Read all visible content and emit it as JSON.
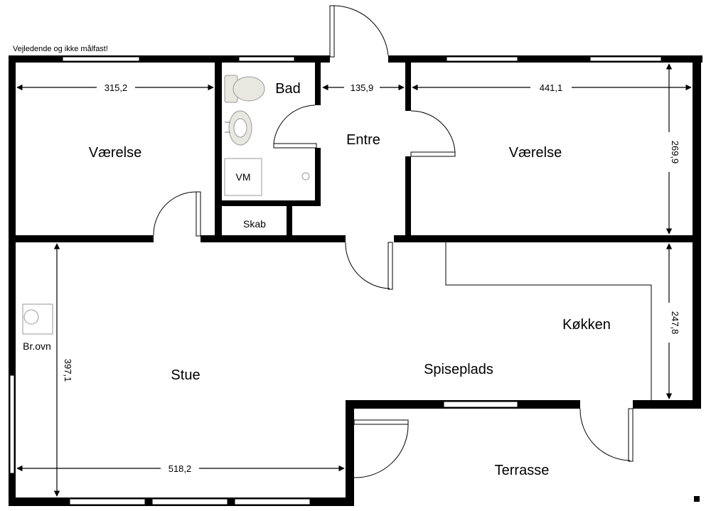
{
  "note": "Vejledende og ikke målfast!",
  "rooms": {
    "bedroom_left": "Værelse",
    "bathroom": "Bad",
    "entrance": "Entre",
    "bedroom_right": "Værelse",
    "closet": "Skab",
    "washer": "VM",
    "stove": "Br.ovn",
    "living": "Stue",
    "dining": "Spiseplads",
    "kitchen": "Køkken",
    "terrace": "Terrasse"
  },
  "dimensions": {
    "left_bedroom_width": "315,2",
    "entrance_width": "135,9",
    "right_bedroom_width": "441,1",
    "right_bedroom_depth": "269,9",
    "kitchen_depth": "247,8",
    "living_depth": "397,1",
    "living_width": "518,2"
  },
  "colors": {
    "wall": "#000000",
    "window": "#ffffff",
    "fixture": "#e8e8e0",
    "line": "#000000"
  }
}
